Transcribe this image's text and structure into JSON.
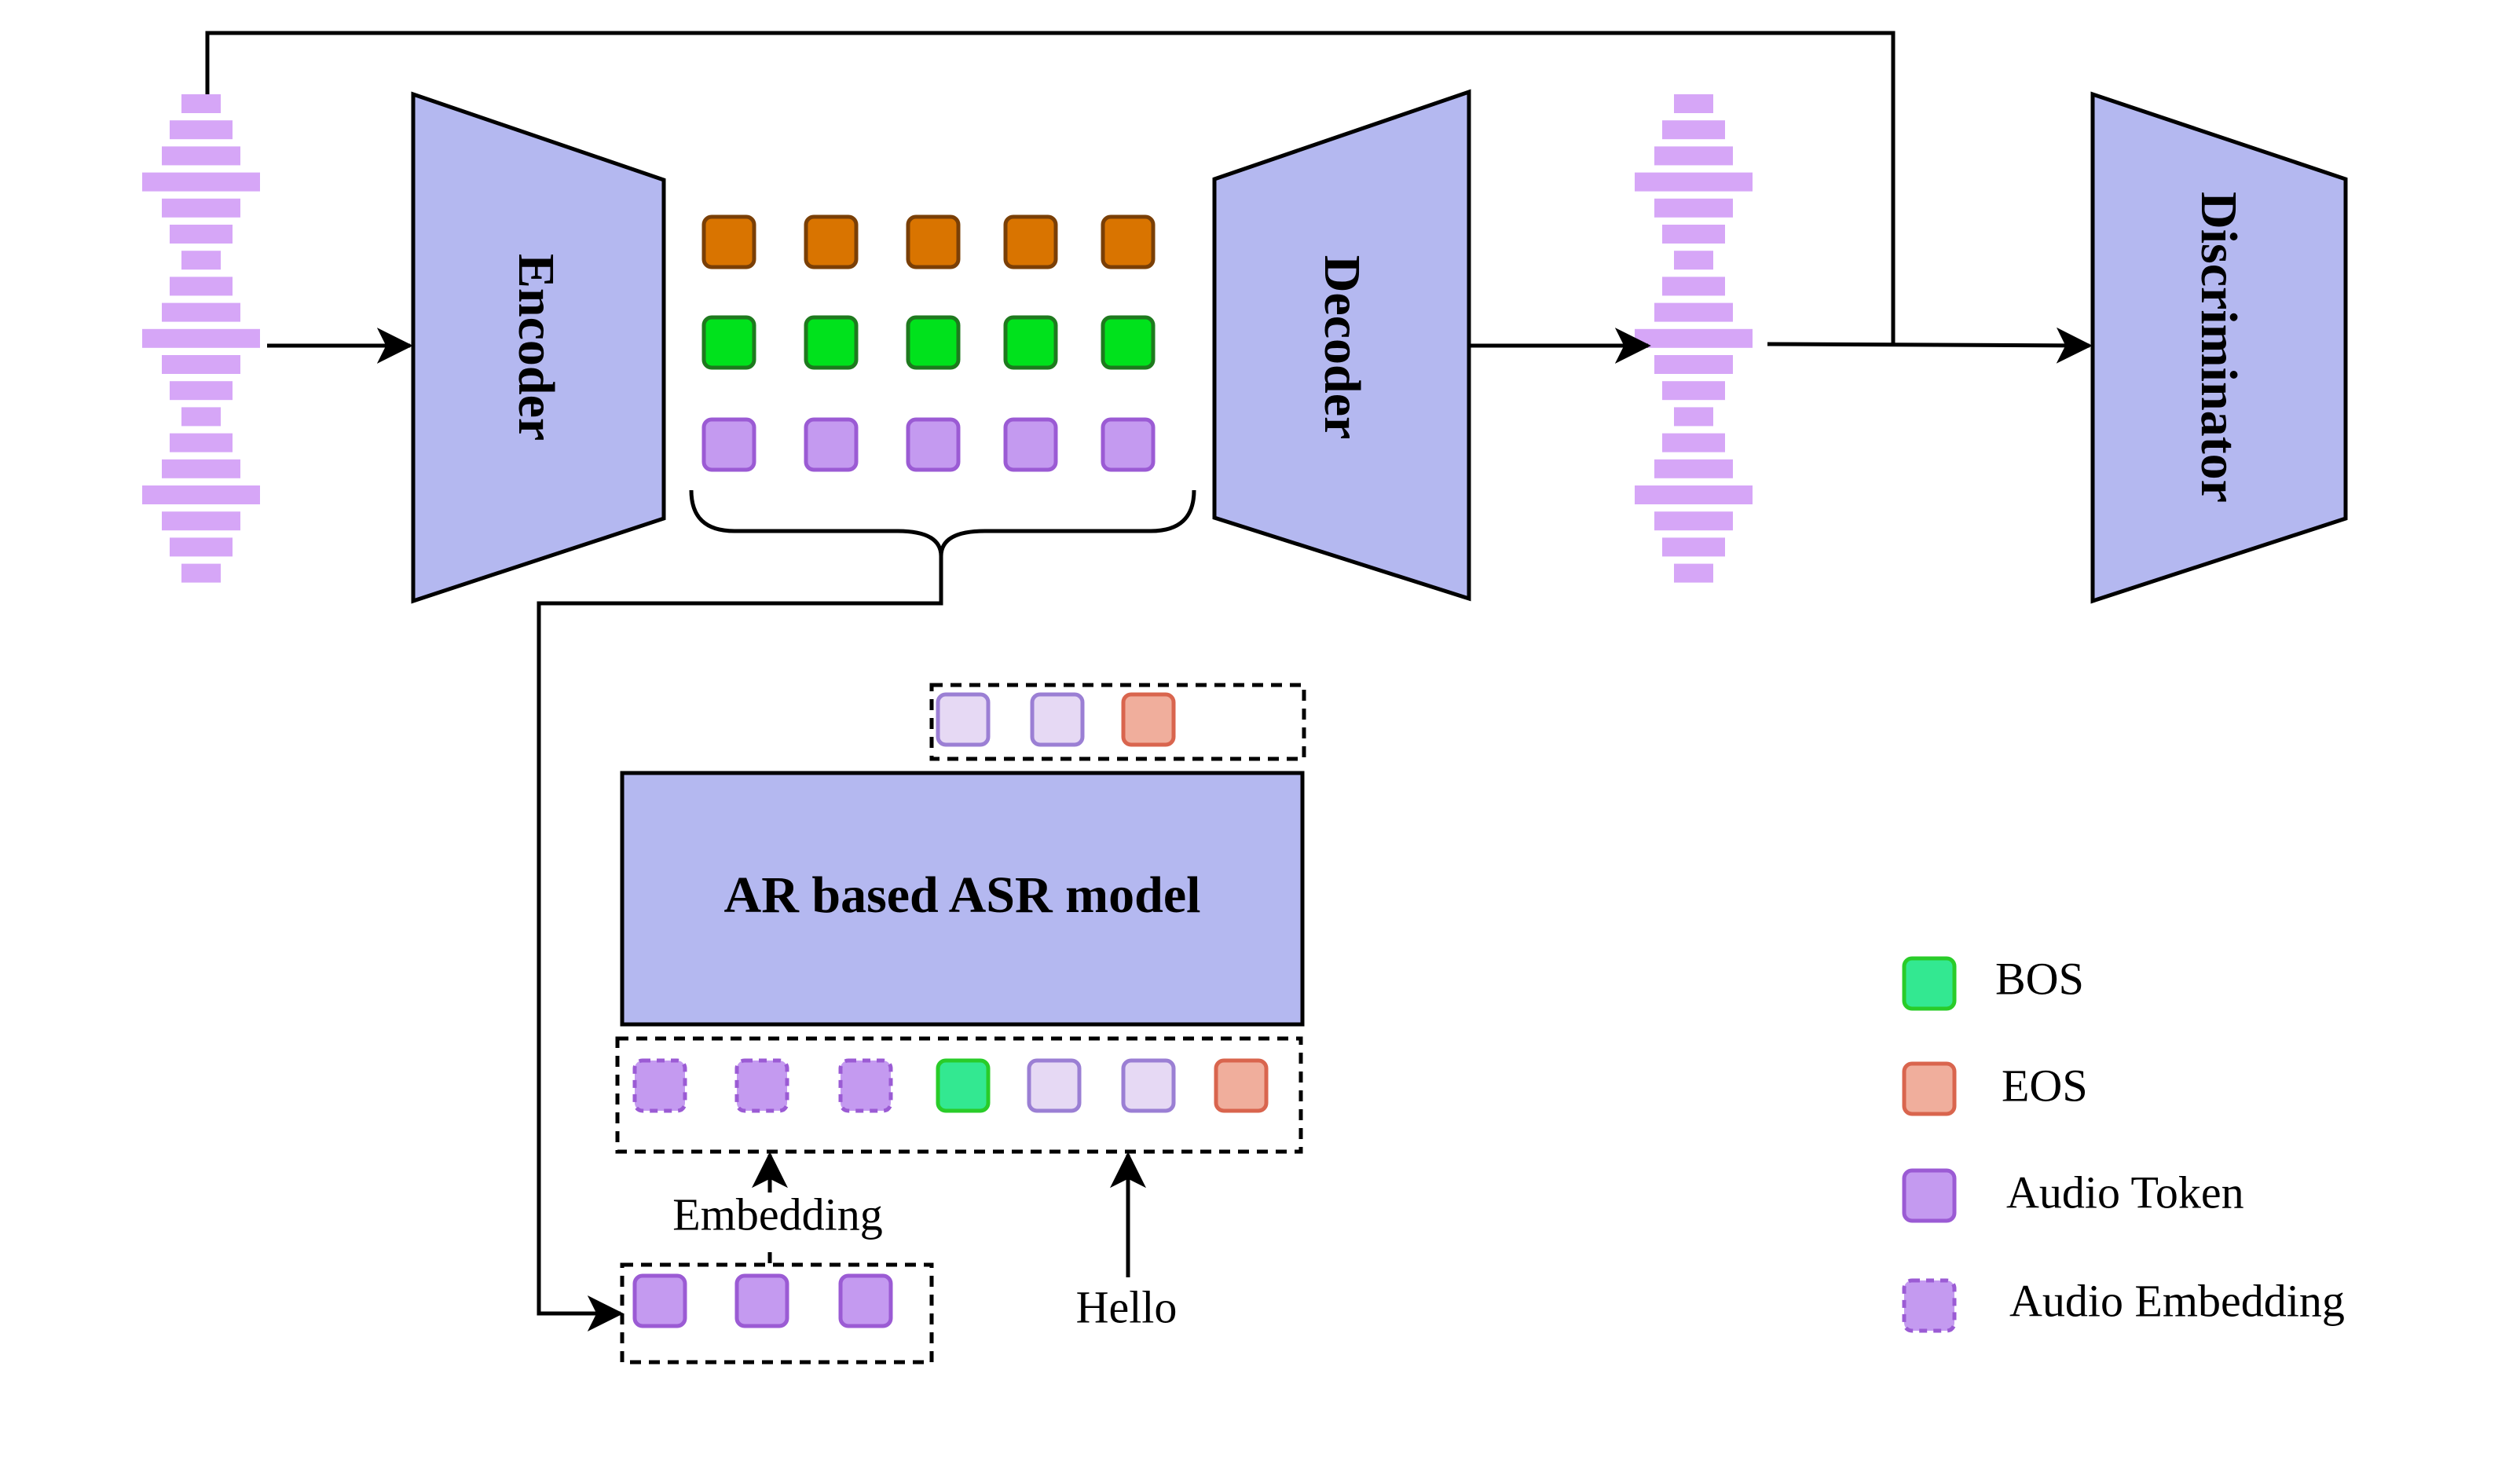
{
  "blocks": {
    "encoder": "Encoder",
    "decoder": "Decoder",
    "discriminator": "Discriminator",
    "asr_model": "AR based ASR model"
  },
  "labels": {
    "embedding": "Embedding",
    "hello": "Hello"
  },
  "legend": [
    {
      "id": "bos",
      "label": "BOS",
      "style": "bos"
    },
    {
      "id": "eos",
      "label": "EOS",
      "style": "eos"
    },
    {
      "id": "audio-token",
      "label": "Audio Token",
      "style": "audio"
    },
    {
      "id": "audio-embedding",
      "label": "Audio Embedding",
      "style": "audio-dashed"
    }
  ],
  "colors": {
    "block_fill": "#b4b8f0",
    "codebook_orange": "#d97400",
    "codebook_green": "#00e21c",
    "audio_purple": "#c49af0",
    "light_purple": "#e6d9f4",
    "eos_salmon": "#f0ae9c",
    "bos_green": "#33e891",
    "waveform": "#d6a6f7"
  }
}
